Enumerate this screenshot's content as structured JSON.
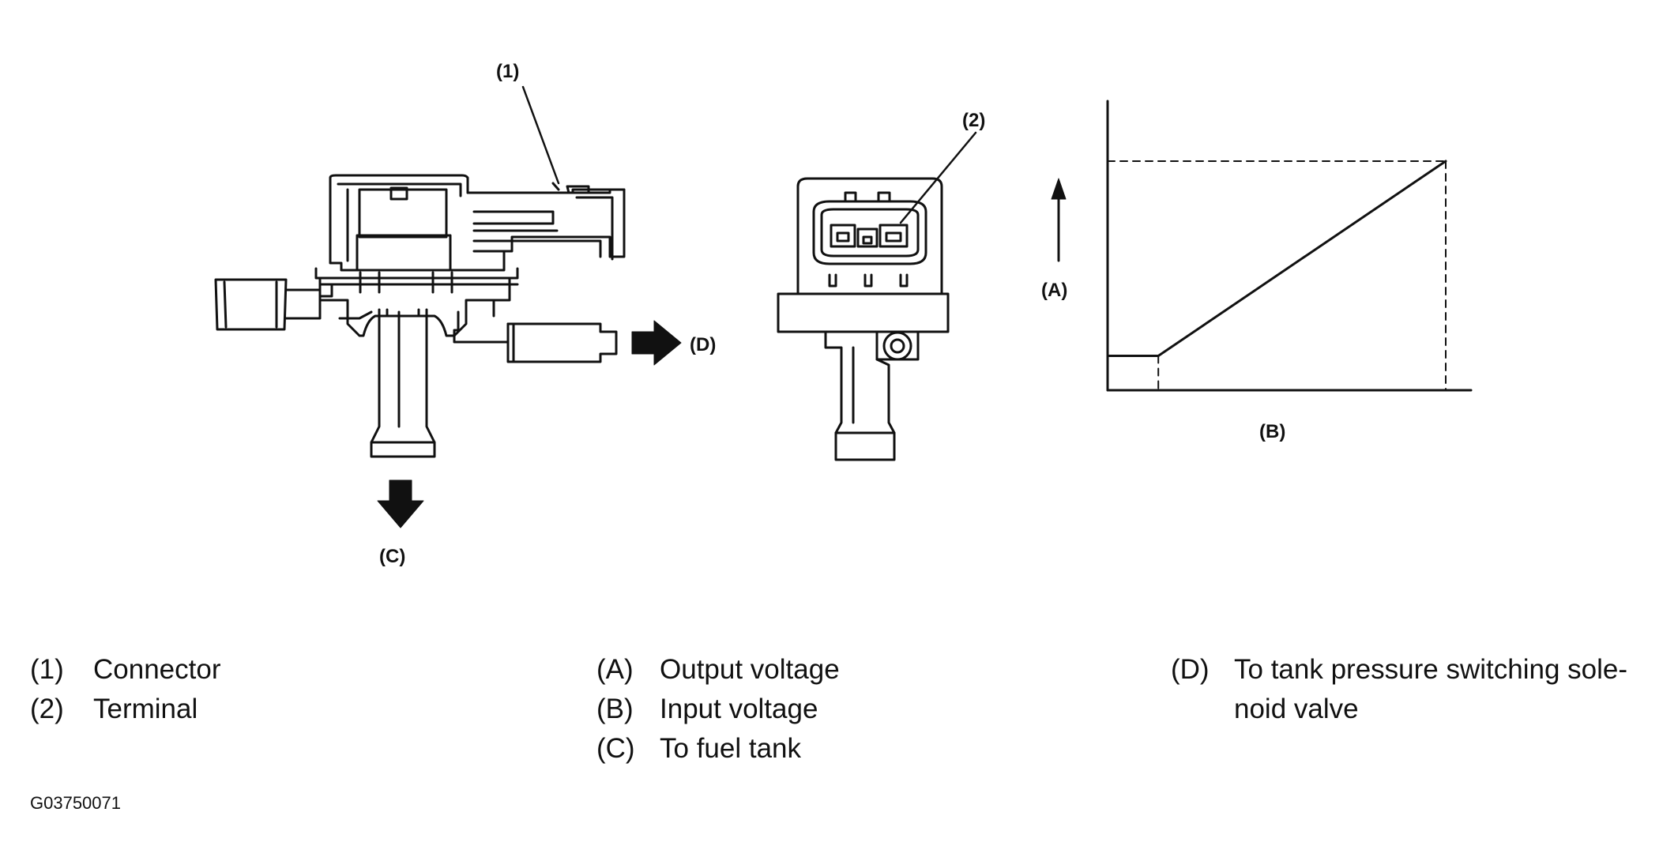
{
  "callouts": {
    "connector_num": "(1)",
    "terminal_num": "(2)",
    "output_voltage_letter": "(A)",
    "input_voltage_letter": "(B)",
    "fuel_tank_letter": "(C)",
    "solenoid_letter": "(D)"
  },
  "legend": {
    "col1": [
      {
        "num": "(1)",
        "text": "Connector"
      },
      {
        "num": "(2)",
        "text": "Terminal"
      }
    ],
    "col2": [
      {
        "num": "(A)",
        "text": "Output voltage"
      },
      {
        "num": "(B)",
        "text": "Input voltage"
      },
      {
        "num": "(C)",
        "text": "To fuel tank"
      }
    ],
    "col3": [
      {
        "num": "(D)",
        "text": "To tank pressure switching sole-"
      },
      {
        "num": "",
        "text": "noid valve"
      }
    ]
  },
  "figure_id": "G03750071",
  "chart_data": {
    "type": "line",
    "title": "",
    "xlabel": "(B)",
    "ylabel": "(A)",
    "x": [
      0.15,
      1.0
    ],
    "y": [
      0.15,
      1.0
    ],
    "grid": false
  }
}
